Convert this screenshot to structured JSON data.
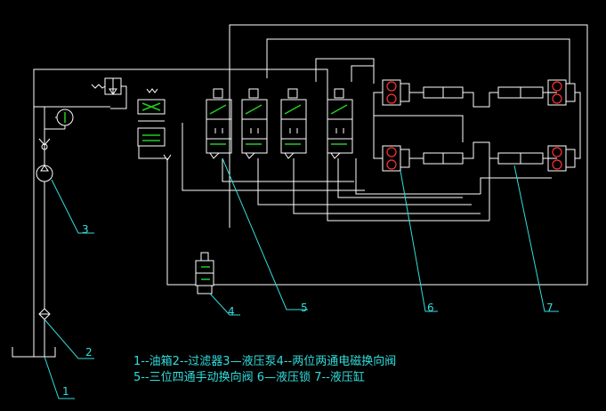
{
  "colors": {
    "background": "#000000",
    "line": "#ffffff",
    "leader": "#33dddd",
    "indicator": "#22cc22",
    "lock": "#ff3333"
  },
  "labels": {
    "n1": "1",
    "n2": "2",
    "n3": "3",
    "n4": "4",
    "n5": "5",
    "n6": "6",
    "n7": "7"
  },
  "legend": {
    "line1": "1--油箱2--过滤器3—液压泵4--两位两通电磁换向阀",
    "line2": "5--三位四通手动换向阀    6—液压锁      7--液压缸"
  }
}
